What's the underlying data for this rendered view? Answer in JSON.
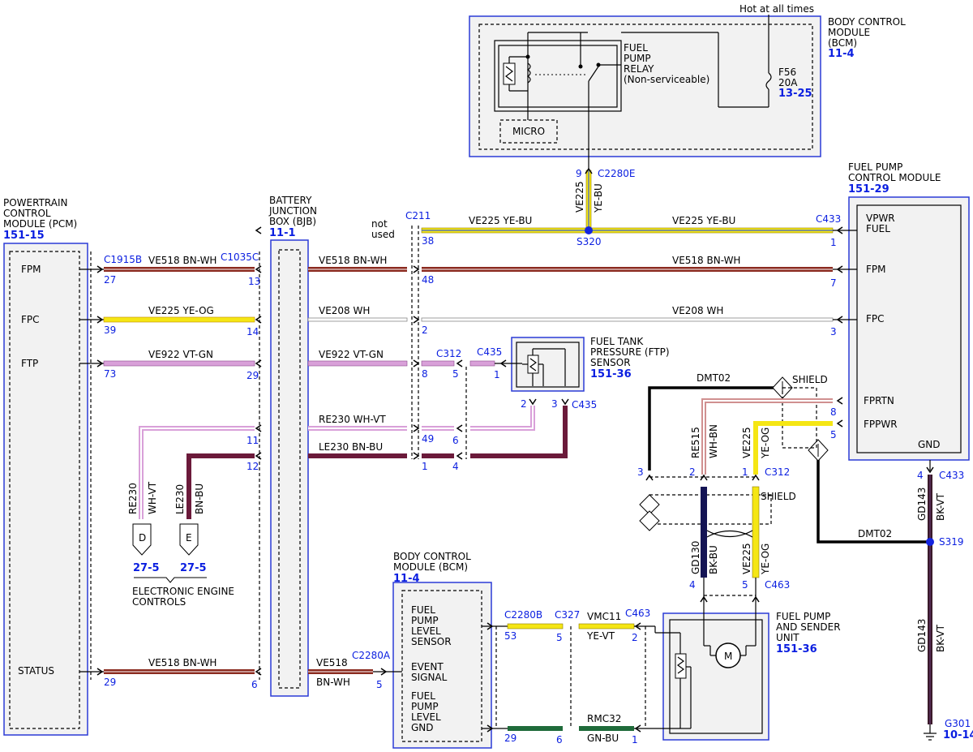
{
  "hot_label": "Hot at all times",
  "bcm_top": {
    "title": [
      "BODY CONTROL",
      "MODULE",
      "(BCM)"
    ],
    "ref": "11-4",
    "relay": [
      "FUEL",
      "PUMP",
      "RELAY",
      "(Non-serviceable)"
    ],
    "micro": "MICRO",
    "fuse": [
      "F56",
      "20A"
    ],
    "fuse_ref": "13-25"
  },
  "pcm": {
    "title": [
      "POWERTRAIN",
      "CONTROL",
      "MODULE (PCM)"
    ],
    "ref": "151-15",
    "pins": [
      "FPM",
      "FPC",
      "FTP",
      "STATUS"
    ]
  },
  "bjb": {
    "title": [
      "BATTERY",
      "JUNCTION",
      "BOX (BJB)"
    ],
    "ref": "11-1"
  },
  "fpcm": {
    "title": [
      "FUEL PUMP",
      "CONTROL MODULE"
    ],
    "ref": "151-29",
    "pins": [
      "VPWR",
      "FUEL",
      "FPM",
      "FPC",
      "FPRTN",
      "FPPWR",
      "GND"
    ]
  },
  "ftp": {
    "title": [
      "FUEL TANK",
      "PRESSURE (FTP)",
      "SENSOR"
    ],
    "ref": "151-36"
  },
  "bcm_bottom": {
    "title": [
      "BODY CONTROL",
      "MODULE (BCM)"
    ],
    "ref": "11-4",
    "pins": [
      "FUEL",
      "PUMP",
      "LEVEL",
      "SENSOR",
      "EVENT",
      "SIGNAL",
      "FUEL",
      "PUMP",
      "LEVEL",
      "GND"
    ]
  },
  "fpsu": {
    "title": [
      "FUEL PUMP",
      "AND SENDER",
      "UNIT"
    ],
    "ref": "151-36",
    "motor": "M"
  },
  "eec": {
    "title": [
      "ELECTRONIC ENGINE",
      "CONTROLS"
    ],
    "d": "D",
    "e": "E",
    "d_ref": "27-5",
    "e_ref": "27-5"
  },
  "not_used": [
    "not",
    "used"
  ],
  "shield": "SHIELD",
  "wires": {
    "ve225_yebu": "VE225  YE-BU",
    "ve518_bnwh": "VE518  BN-WH",
    "ve225_yeog": "VE225  YE-OG",
    "ve208_wh": "VE208  WH",
    "ve922_vtgn": "VE922  VT-GN",
    "re230_whvt": "RE230  WH-VT",
    "le230_bnbu": "LE230  BN-BU",
    "dmt02": "DMT02",
    "vmc11": "VMC11",
    "yevt": "YE-VT",
    "rmc32": "RMC32",
    "gnbu": "GN-BU",
    "ve518": "VE518",
    "bnwh": "BN-WH",
    "re515": "RE515",
    "whbn": "WH-BN",
    "ve225": "VE225",
    "yeog": "YE-OG",
    "gd130": "GD130",
    "bkbu": "BK-BU",
    "gd143": "GD143",
    "bkvt": "BK-VT",
    "re230": "RE230",
    "whvt": "WH-VT",
    "le230": "LE230",
    "bnbu": "BN-BU",
    "yebu": "YE-BU"
  },
  "connectors": {
    "c2280e": "C2280E",
    "c211": "C211",
    "c433": "C433",
    "s320": "S320",
    "c1915b": "C1915B",
    "c1035c": "C1035C",
    "c312": "C312",
    "c435": "C435",
    "c2280b": "C2280B",
    "c327": "C327",
    "c463": "C463",
    "c2280a": "C2280A",
    "s319": "S319",
    "g301": "G301",
    "g301_ref": "10-14"
  },
  "pins": {
    "p9": "9",
    "p38": "38",
    "p1": "1",
    "p27": "27",
    "p13": "13",
    "p48": "48",
    "p7": "7",
    "p39": "39",
    "p14": "14",
    "p2": "2",
    "p3": "3",
    "p73": "73",
    "p29": "29",
    "p8": "8",
    "p5": "5",
    "p11": "11",
    "p49": "49",
    "p6": "6",
    "p12": "12",
    "p4": "4",
    "p53": "53"
  }
}
